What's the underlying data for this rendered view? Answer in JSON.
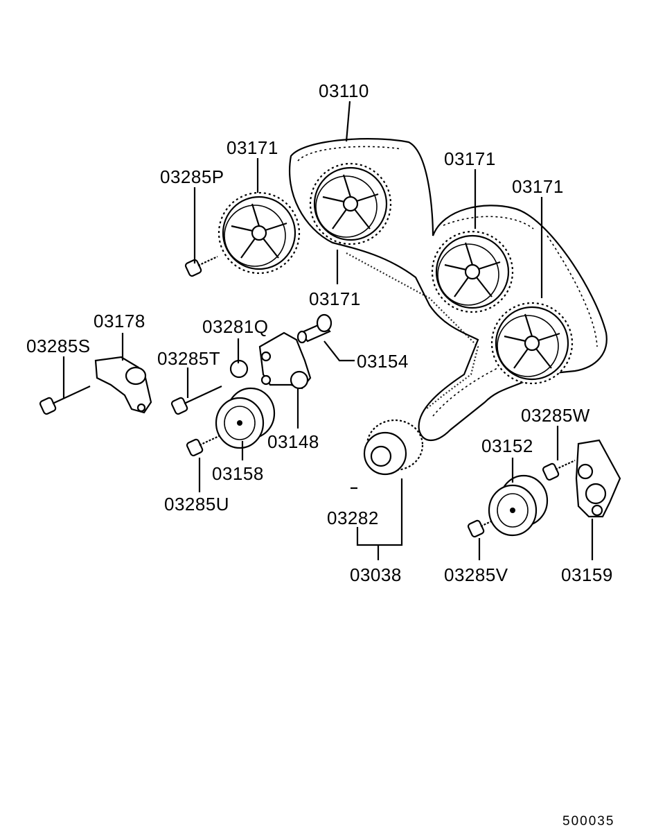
{
  "labels": {
    "belt": "03110",
    "sprocket_top_left": "03171",
    "sprocket_top_right": "03171",
    "sprocket_right": "03171",
    "sprocket_lower": "03171",
    "bolt_p": "03285P",
    "tensioner_arm_left": "03178",
    "bolt_s": "03285S",
    "bolt_t": "03285T",
    "washer": "03281Q",
    "pin": "03154",
    "tensioner_arm": "03148",
    "idler_pulley_left": "03158",
    "bolt_u": "03285U",
    "crank_sprocket": "03038",
    "key": "03282",
    "idler_pulley_right": "03152",
    "bolt_w": "03285W",
    "bolt_v": "03285V",
    "bracket": "03159"
  },
  "diagram_code": "500035"
}
